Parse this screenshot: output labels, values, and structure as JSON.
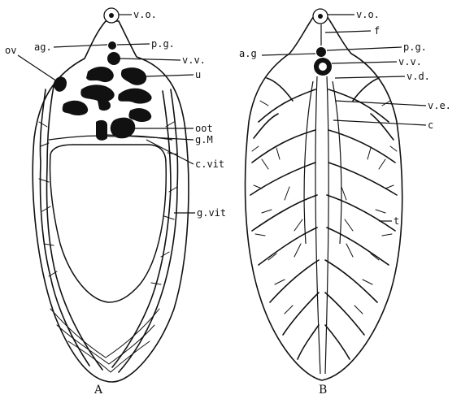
{
  "figure_a": {
    "caption": "A",
    "labels": {
      "vo": "v.o.",
      "ov": "ov",
      "ag": "ag.",
      "pg": "p.g.",
      "vv": "v.v.",
      "u": "u",
      "oot": "oot",
      "gm": "g.M",
      "cvit": "c.vit",
      "gvit": "g.vit"
    }
  },
  "figure_b": {
    "caption": "B",
    "labels": {
      "vo": "v.o.",
      "f": "f",
      "pg": "p.g.",
      "ag": "a.g",
      "vv": "v.v.",
      "vd": "v.d.",
      "ve": "v.e.",
      "c": "c",
      "t": "t"
    }
  }
}
